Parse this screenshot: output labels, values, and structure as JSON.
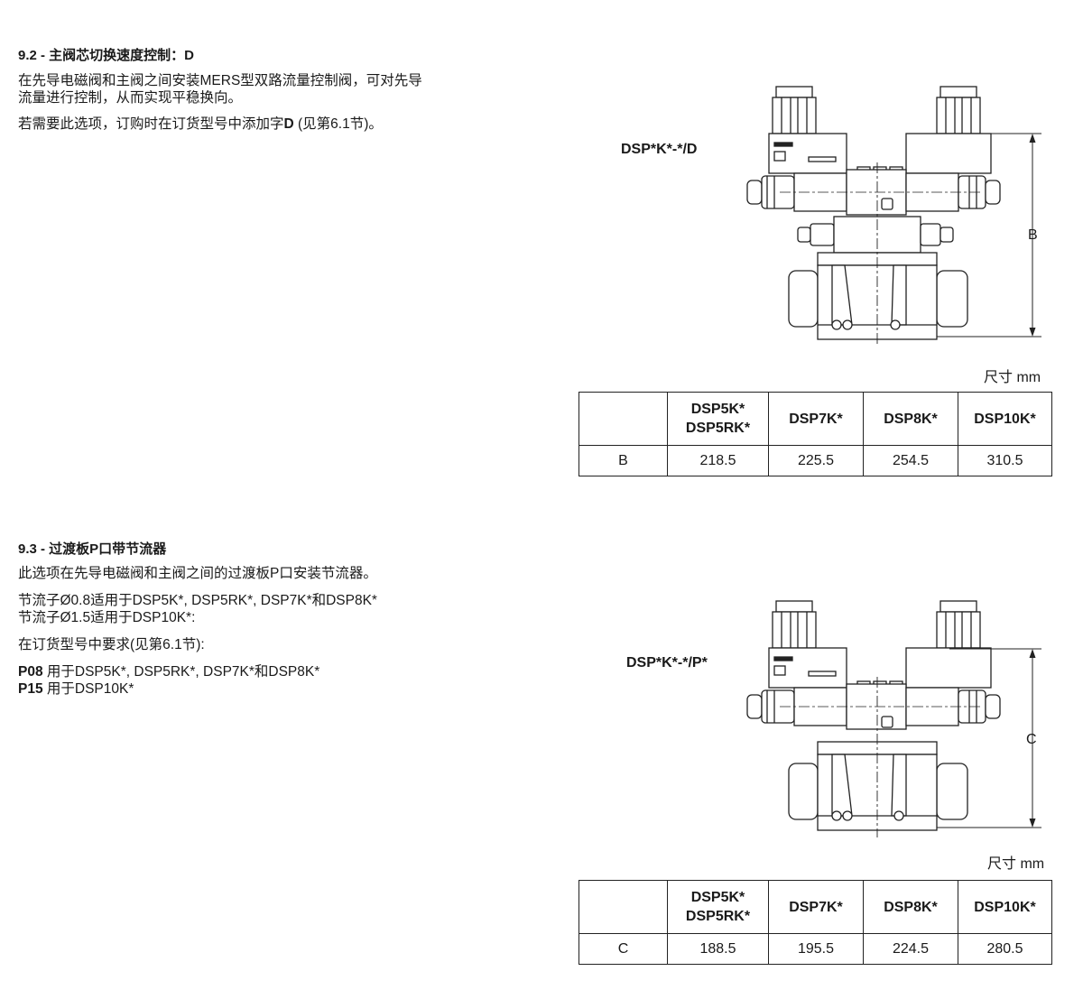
{
  "section_92": {
    "heading": "9.2 - 主阀芯切换速度控制：D",
    "paragraphs": [
      "在先导电磁阀和主阀之间安装MERS型双路流量控制阀，可对先导",
      "流量进行控制，从而实现平稳换向。"
    ],
    "order_note_pre": "若需要此选项，订购时在订货型号中添加字",
    "order_note_code": "D",
    "order_note_post": " (见第6.1节)。",
    "figure_label": "DSP*K*-*/D",
    "dimension_letter": "B",
    "units": "尺寸  mm",
    "table": {
      "headers": [
        "",
        "DSP5K*",
        "DSP5RK*",
        "DSP7K*",
        "DSP8K*",
        "DSP10K*"
      ],
      "row_label": "B",
      "values": [
        "218.5",
        "225.5",
        "254.5",
        "310.5"
      ]
    }
  },
  "section_93": {
    "heading": "9.3 - 过渡板P口带节流器",
    "intro": "此选项在先导电磁阀和主阀之间的过渡板P口安装节流器。",
    "line1": "节流子Ø0.8适用于DSP5K*, DSP5RK*, DSP7K*和DSP8K*",
    "line2": "节流子Ø1.5适用于DSP10K*:",
    "line3": "在订货型号中要求(见第6.1节):",
    "code1": "P08",
    "code1_text": " 用于DSP5K*, DSP5RK*, DSP7K*和DSP8K*",
    "code2": "P15",
    "code2_text": " 用于DSP10K*",
    "figure_label": "DSP*K*-*/P*",
    "dimension_letter": "C",
    "units": "尺寸 mm",
    "table": {
      "headers": [
        "",
        "DSP5K*",
        "DSP5RK*",
        "DSP7K*",
        "DSP8K*",
        "DSP10K*"
      ],
      "row_label": "C",
      "values": [
        "188.5",
        "195.5",
        "224.5",
        "280.5"
      ]
    }
  }
}
